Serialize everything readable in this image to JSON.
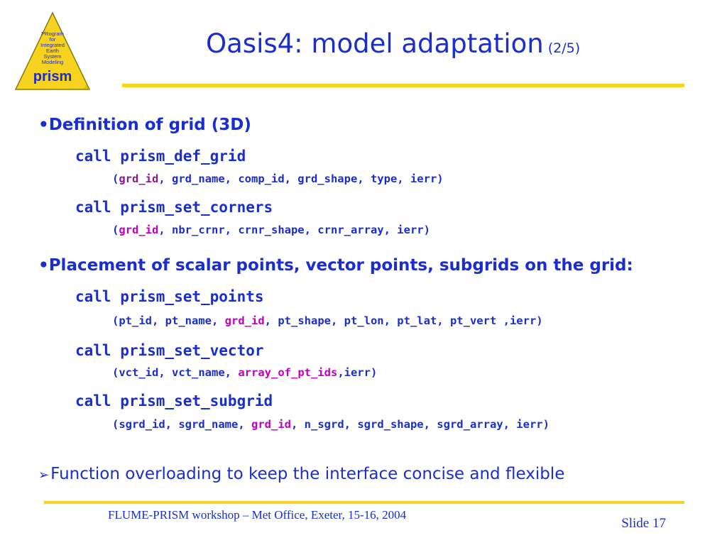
{
  "logo": {
    "lines": [
      "PRogram",
      "for",
      "Integrated",
      "Earth",
      "System",
      "Modeling"
    ],
    "wordmark": "prism"
  },
  "title": {
    "main": "Oasis4: model adaptation",
    "sub": "(2/5)"
  },
  "section1": {
    "bullet": "•Definition of grid (3D)",
    "calls": [
      {
        "call": "call prism_def_grid",
        "args": {
          "open": "(",
          "first": "grd_id",
          "rest": ", grd_name, comp_id, grd_shape, type, ierr)"
        }
      },
      {
        "call": "call prism_set_corners",
        "args": {
          "open": "(",
          "first": "grd_id",
          "rest": ", nbr_crnr, crnr_shape, crnr_array, ierr)"
        }
      }
    ]
  },
  "section2": {
    "bullet": "•Placement of scalar points, vector points, subgrids on the grid:",
    "calls": [
      {
        "call": "call prism_set_points",
        "args": {
          "open": "(",
          "first": "pt_id",
          "mid1": ", pt_name, ",
          "hl": "grd_id",
          "rest": ", pt_shape, pt_lon, pt_lat, pt_vert ,ierr)"
        }
      },
      {
        "call": "call prism_set_vector",
        "args": {
          "open": "(",
          "first": "vct_id",
          "mid1": ", vct_name, ",
          "hl": "array_of_pt_ids",
          "rest": ",ierr)"
        }
      },
      {
        "call": "call prism_set_subgrid",
        "args": {
          "open": "(",
          "first": "sgrd_id",
          "mid1": ", sgrd_name, ",
          "hl": "grd_id",
          "rest": ", n_sgrd, sgrd_shape, sgrd_array, ierr)"
        }
      }
    ]
  },
  "conclusion": {
    "arrow": "➢",
    "text": "Function overloading to keep the interface concise and flexible"
  },
  "footer": {
    "text": "FLUME-PRISM workshop – Met Office, Exeter, 15-16, 2004",
    "slide": "Slide 17"
  },
  "colors": {
    "primary": "#1a2ecf",
    "highlight": "#c000c0",
    "rule": "#f7d21e",
    "logo": "#f7d21e"
  }
}
